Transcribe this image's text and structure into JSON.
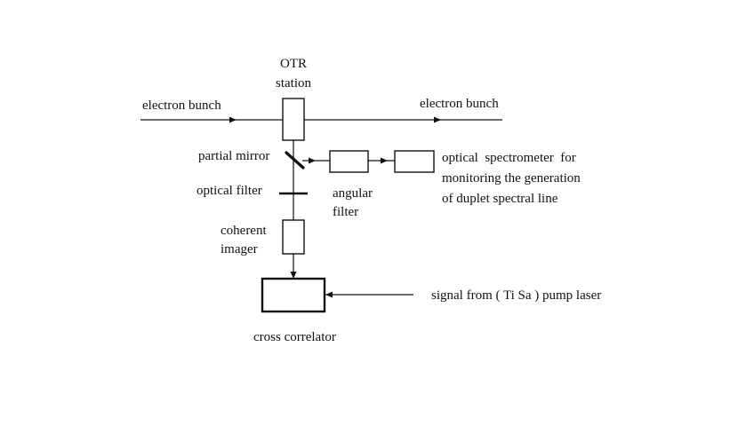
{
  "labels": {
    "otr_station_line1": "OTR",
    "otr_station_line2": "station",
    "electron_bunch_in": "electron bunch",
    "electron_bunch_out": "electron bunch",
    "partial_mirror": "partial mirror",
    "optical_filter": "optical filter",
    "angular_filter_line1": "angular",
    "angular_filter_line2": "filter",
    "coherent_imager_line1": "coherent",
    "coherent_imager_line2": "imager",
    "spectrometer_line1": "optical  spectrometer  for",
    "spectrometer_line2": "monitoring the generation",
    "spectrometer_line3": "of duplet spectral line",
    "signal_from_laser": "signal from ( Ti Sa ) pump laser",
    "cross_correlator": "cross correlator"
  }
}
